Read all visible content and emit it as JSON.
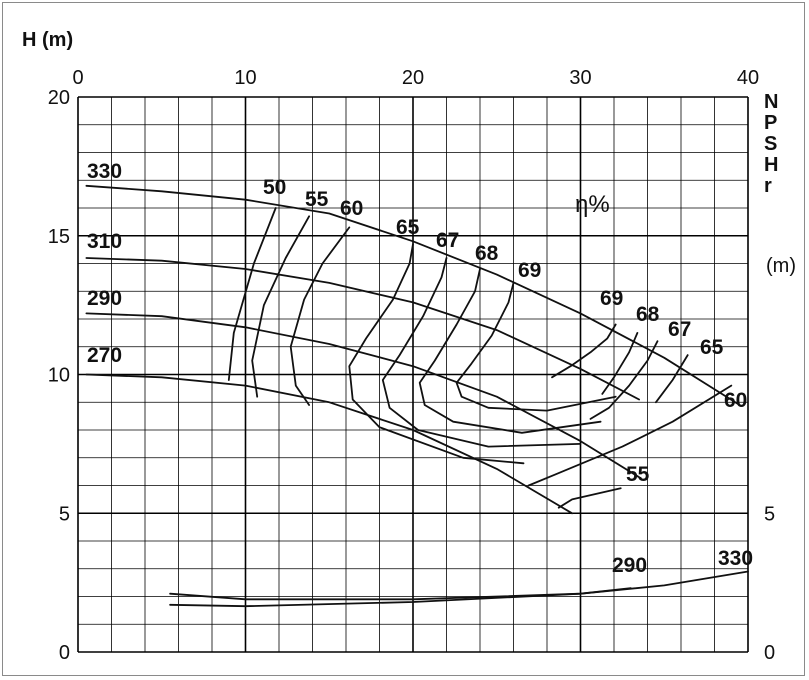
{
  "chart_data": {
    "type": "line",
    "title": "",
    "ylabel": "H (m)",
    "y2label_letters": [
      "N",
      "P",
      "S",
      "H",
      "r"
    ],
    "y2unit": "(m)",
    "efficiency_label": "η%",
    "xlim": [
      0,
      40
    ],
    "ylim": [
      0,
      20
    ],
    "y2lim": [
      0,
      20
    ],
    "x_ticks": [
      "0",
      "10",
      "20",
      "30",
      "40"
    ],
    "y_ticks": [
      "0",
      "5",
      "10",
      "15",
      "20"
    ],
    "y2_ticks": [
      "0",
      "5"
    ],
    "grid": true,
    "head_curves": [
      {
        "name": "330",
        "x": [
          0.5,
          5,
          10,
          15,
          20,
          25,
          30,
          35,
          39.5
        ],
        "y": [
          16.8,
          16.6,
          16.3,
          15.8,
          14.8,
          13.6,
          12.2,
          10.6,
          8.9
        ]
      },
      {
        "name": "310",
        "x": [
          0.5,
          5,
          10,
          15,
          20,
          25,
          30,
          33.5
        ],
        "y": [
          14.2,
          14.1,
          13.8,
          13.3,
          12.6,
          11.6,
          10.2,
          9.1
        ]
      },
      {
        "name": "290",
        "x": [
          0.5,
          5,
          10,
          15,
          20,
          25,
          30,
          33.5
        ],
        "y": [
          12.2,
          12.1,
          11.7,
          11.1,
          10.3,
          9.2,
          7.6,
          6.3
        ]
      },
      {
        "name": "270",
        "x": [
          0.5,
          5,
          10,
          15,
          20,
          25,
          29.5
        ],
        "y": [
          10.0,
          9.9,
          9.6,
          9.0,
          8.0,
          6.6,
          5.0
        ]
      }
    ],
    "efficiency_curves": [
      {
        "name": "50",
        "x": [
          11.8,
          10.5,
          9.3,
          9.0
        ],
        "y": [
          16.0,
          14.0,
          11.5,
          9.8
        ]
      },
      {
        "name": "55",
        "x": [
          13.8,
          12.4,
          11.1,
          10.4,
          10.7
        ],
        "y": [
          15.7,
          14.2,
          12.5,
          10.5,
          9.2
        ]
      },
      {
        "name": "60",
        "x": [
          16.2,
          14.6,
          13.5,
          12.7,
          13.0,
          13.8
        ],
        "y": [
          15.3,
          14.0,
          12.7,
          11.0,
          9.6,
          8.9
        ]
      },
      {
        "name": "65",
        "x": [
          20.0,
          19.8,
          18.8,
          17.2,
          16.2,
          16.4,
          18.0,
          23.0,
          26.6
        ],
        "y": [
          14.7,
          14.0,
          12.7,
          11.3,
          10.3,
          9.1,
          8.1,
          7.0,
          6.8
        ]
      },
      {
        "name": "67",
        "x": [
          22.0,
          21.7,
          20.6,
          19.2,
          18.2,
          18.6,
          20.3,
          24.5,
          30.0
        ],
        "y": [
          14.2,
          13.5,
          12.1,
          10.7,
          9.8,
          8.8,
          8.0,
          7.4,
          7.5
        ]
      },
      {
        "name": "68",
        "x": [
          24.0,
          23.7,
          22.6,
          21.3,
          20.4,
          20.7,
          22.4,
          26.5,
          31.2
        ],
        "y": [
          13.8,
          13.0,
          11.8,
          10.5,
          9.7,
          8.9,
          8.3,
          7.9,
          8.3
        ]
      },
      {
        "name": "69",
        "x": [
          26.0,
          25.7,
          24.7,
          23.5,
          22.6,
          22.9,
          24.5,
          28.0,
          32.1
        ],
        "y": [
          13.3,
          12.6,
          11.4,
          10.4,
          9.7,
          9.2,
          8.8,
          8.7,
          9.2
        ]
      },
      {
        "name": "69",
        "x": [
          32.1,
          31.6,
          30.6,
          29.4,
          28.3
        ],
        "y": [
          11.8,
          11.3,
          10.8,
          10.3,
          9.9
        ]
      },
      {
        "name": "68",
        "x": [
          33.4,
          32.9,
          32.0,
          31.3
        ],
        "y": [
          11.5,
          10.8,
          9.9,
          9.3
        ]
      },
      {
        "name": "67",
        "x": [
          34.6,
          34.0,
          32.9,
          31.7,
          30.6
        ],
        "y": [
          11.2,
          10.5,
          9.6,
          8.8,
          8.4
        ]
      },
      {
        "name": "65",
        "x": [
          36.4,
          35.5,
          34.5
        ],
        "y": [
          10.7,
          9.8,
          9.0
        ]
      },
      {
        "name": "60",
        "x": [
          39.0,
          35.5,
          32.5,
          28.5,
          26.9
        ],
        "y": [
          9.6,
          8.3,
          7.4,
          6.4,
          6.0
        ]
      },
      {
        "name": "55",
        "x": [
          32.4,
          29.5,
          28.7
        ],
        "y": [
          5.9,
          5.5,
          5.2
        ]
      }
    ],
    "npshr_curves": [
      {
        "name": "290",
        "x": [
          5.5,
          10,
          20,
          30,
          33.0
        ],
        "y": [
          1.7,
          1.65,
          1.8,
          2.1,
          2.3
        ]
      },
      {
        "name": "330",
        "x": [
          5.5,
          10,
          20,
          30,
          35,
          40
        ],
        "y": [
          2.1,
          1.9,
          1.9,
          2.1,
          2.4,
          2.9
        ]
      }
    ],
    "label_texts": {
      "330": "330",
      "310": "310",
      "290": "290",
      "270": "270",
      "50": "50",
      "55": "55",
      "60": "60",
      "65": "65",
      "67": "67",
      "68": "68",
      "69": "69"
    }
  }
}
